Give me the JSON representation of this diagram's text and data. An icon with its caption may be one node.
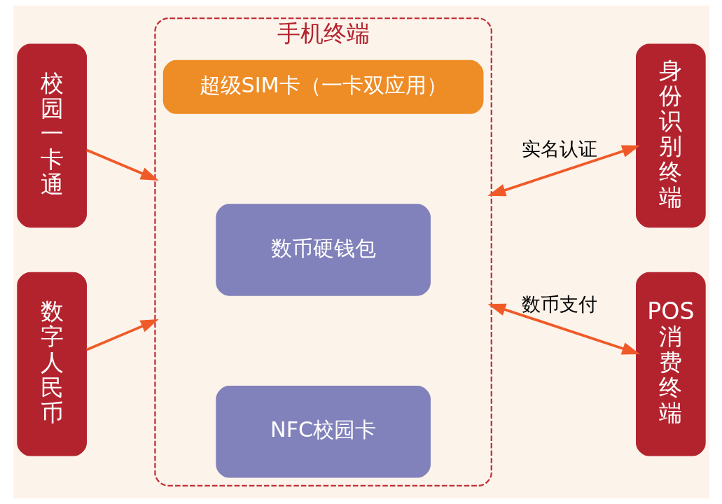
{
  "diagram": {
    "nodes": [
      {
        "text": [
          "校园一卡通"
        ]
      },
      {
        "text": [
          "数字人民币"
        ]
      },
      {
        "text": [
          "手机终端"
        ]
      },
      {
        "text": [
          "NFC校园卡"
        ],
        "in": 2
      },
      {
        "text": [
          "数币硬钱包"
        ],
        "in": 2
      },
      {
        "text": [
          "超级SIM卡（一卡双应用）"
        ],
        "in": 2
      },
      {
        "text": [
          "身份识别终端"
        ]
      },
      {
        "text": [
          "POS 消费终端"
        ]
      }
    ],
    "edges": [
      {
        "from": 0,
        "to": 2,
        "arrow": "to"
      },
      {
        "from": 1,
        "to": 2,
        "arrow": "to"
      },
      {
        "from": 2,
        "to": 6,
        "arrow": "both",
        "label": "实名认证"
      },
      {
        "from": 2,
        "to": 7,
        "arrow": "both",
        "label": "数币支付"
      }
    ]
  }
}
